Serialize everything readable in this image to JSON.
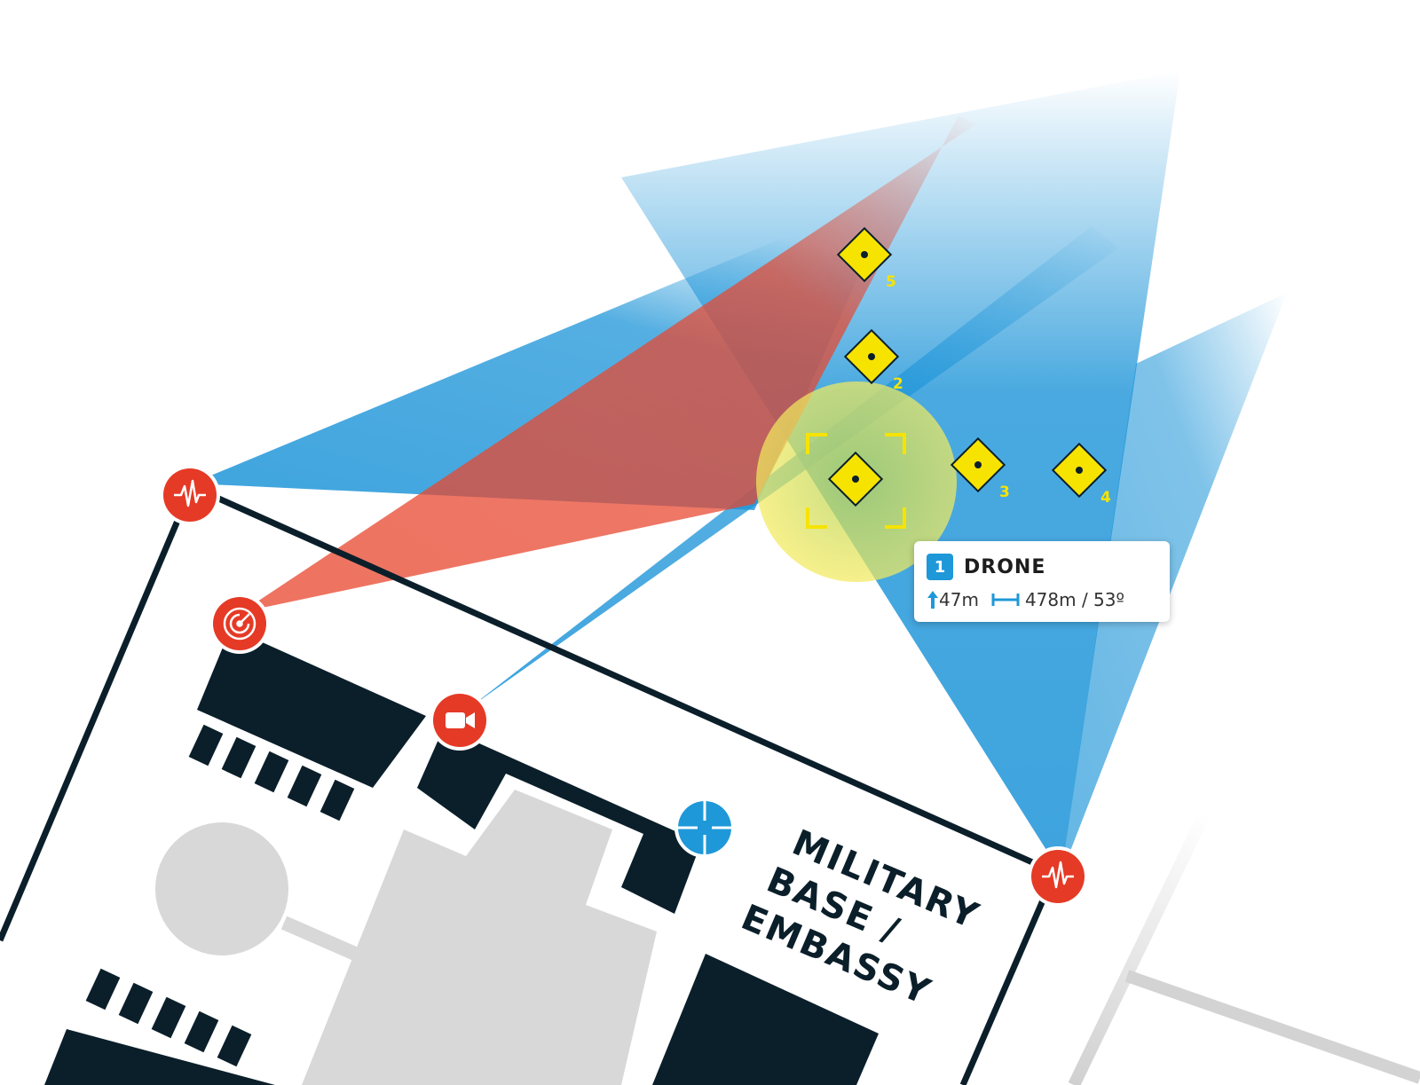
{
  "colors": {
    "sensor_red": "#e53a26",
    "camera_blue": "#1e98d8",
    "beam_blue": "#1c94d8",
    "beam_red": "#e8472f",
    "fence": "#0b1f2a",
    "building": "#0b1f2a",
    "ground": "#d8d8d8",
    "drone_yellow": "#f7e300",
    "highlight_green": "#9cc955",
    "badge_blue": "#1e98d8"
  },
  "drones": [
    {
      "number": "5"
    },
    {
      "number": "2"
    },
    {
      "number": ""
    },
    {
      "number": "3"
    },
    {
      "number": "4"
    }
  ],
  "site": {
    "label_lines": [
      "MILITARY",
      "BASE /",
      "EMBASSY"
    ]
  },
  "sensors": [
    {
      "type": "rf-sensor",
      "icon": "waveform-icon"
    },
    {
      "type": "radar",
      "icon": "radar-icon"
    },
    {
      "type": "camera",
      "icon": "video-camera-icon"
    },
    {
      "type": "jammer",
      "icon": "crosshair-icon"
    },
    {
      "type": "rf-sensor",
      "icon": "waveform-icon"
    }
  ],
  "drone_card": {
    "id": "1",
    "title": "DRONE",
    "altitude": "47m",
    "distance": "478m / 53º"
  }
}
